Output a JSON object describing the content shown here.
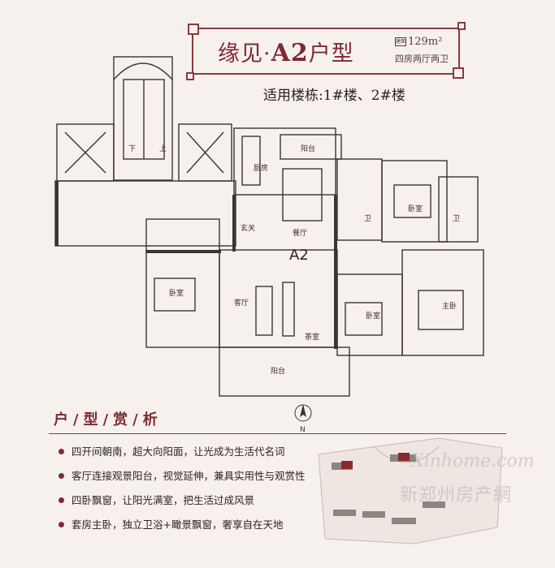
{
  "header": {
    "title_prefix": "缘见·",
    "title_type": "A2",
    "title_suffix": "户型",
    "area_icon": "建面",
    "area": "129m²",
    "layout": "四房两厅两卫",
    "applicable": "适用楼栋:1#楼、2#楼"
  },
  "plan": {
    "unit_label": "A2",
    "rooms": {
      "balcony_top": "阳台",
      "kitchen": "厨房",
      "entrance": "玄关",
      "dining": "餐厅",
      "bath1": "卫",
      "bedroom_top": "卧室",
      "bath2": "卫",
      "bedroom_left": "卧室",
      "living": "客厅",
      "tea": "茶室",
      "bedroom_mid": "卧室",
      "master": "主卧",
      "balcony_bottom": "阳台",
      "stair_down": "下",
      "stair_up": "上"
    },
    "compass_label": "N"
  },
  "analysis": {
    "title": "户/型/赏/析",
    "items": [
      "四开间朝南，超大向阳面，让光成为生活代名词",
      "客厅连接观景阳台，视觉延伸，兼具实用性与观赏性",
      "四卧飘窗，让阳光满室，把生活过成风景",
      "套房主卧，独立卫浴+瞰景飘窗，奢享自在天地"
    ]
  },
  "watermark": {
    "script": "Xinhome.com",
    "text": "新郑州房产網"
  },
  "colors": {
    "accent": "#7e2a30",
    "wall": "#3a3432",
    "background": "#f7f1ee"
  }
}
